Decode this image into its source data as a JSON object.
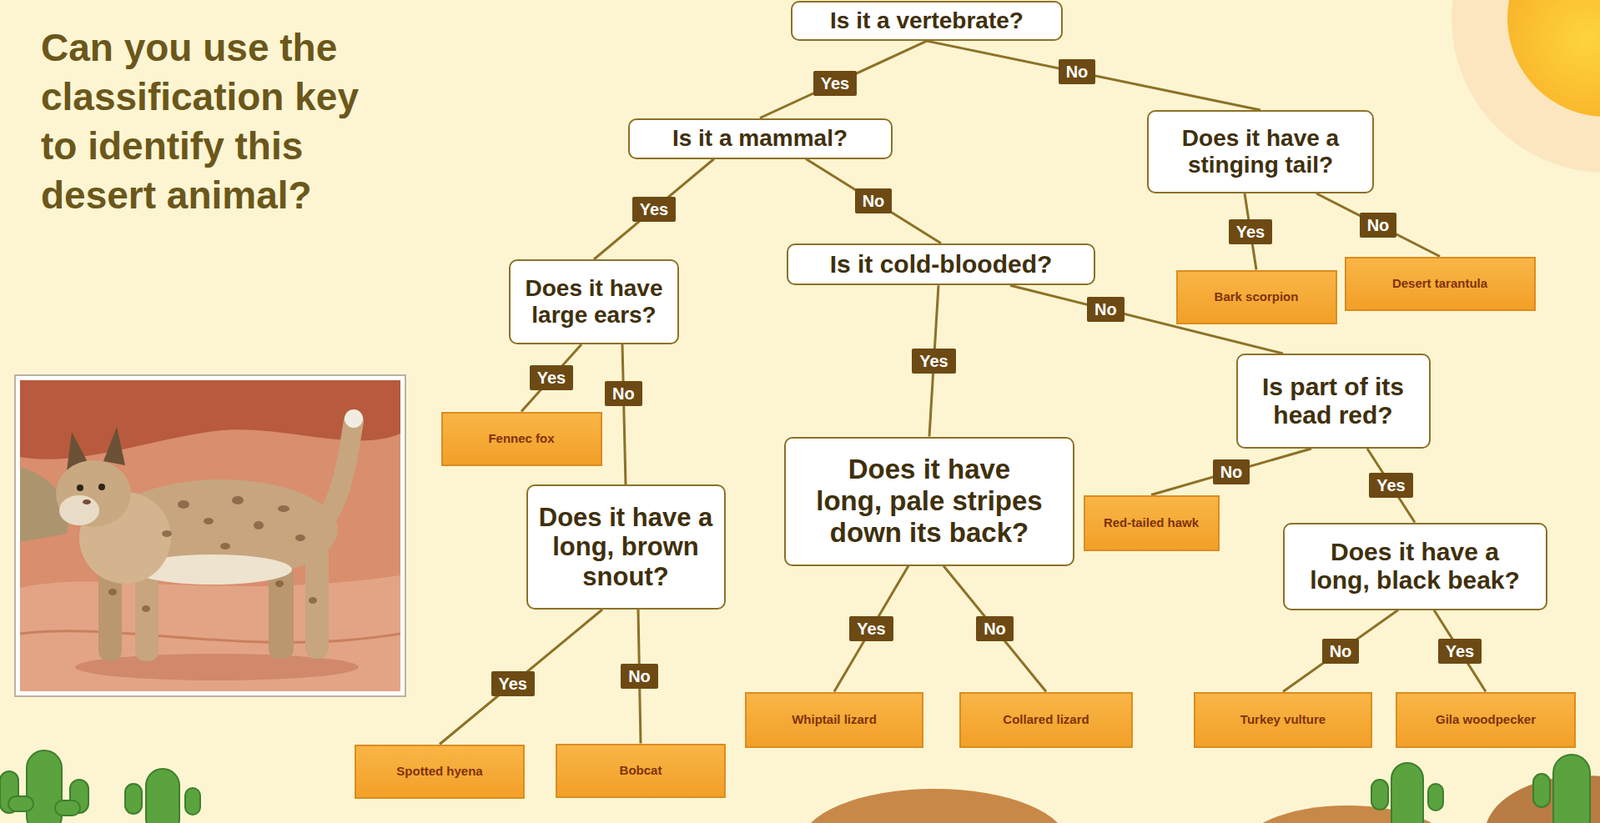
{
  "diagram": {
    "title": "Can you use the classification key to identify this desert animal?",
    "nodes": [
      {
        "text": [
          "Is it a vertebrate?"
        ]
      },
      {
        "text": [
          "Is it a mammal?"
        ]
      },
      {
        "text": [
          "Does it have a stinging tail?"
        ]
      },
      {
        "text": [
          "Does it have large ears?"
        ]
      },
      {
        "text": [
          "Is it cold-blooded?"
        ]
      },
      {
        "text": [
          "Bark scorpion"
        ]
      },
      {
        "text": [
          "Desert tarantula"
        ]
      },
      {
        "text": [
          "Fennec fox"
        ]
      },
      {
        "text": [
          "Does it have long, pale stripes down its back?"
        ]
      },
      {
        "text": [
          "Is part of its head red?"
        ]
      },
      {
        "text": [
          "Does it have a long, brown snout?"
        ]
      },
      {
        "text": [
          "Red-tailed hawk"
        ]
      },
      {
        "text": [
          "Does it have a long, black beak?"
        ]
      },
      {
        "text": [
          "Spotted hyena"
        ]
      },
      {
        "text": [
          "Bobcat"
        ]
      },
      {
        "text": [
          "Whiptail lizard"
        ]
      },
      {
        "text": [
          "Collared lizard"
        ]
      },
      {
        "text": [
          "Turkey vulture"
        ]
      },
      {
        "text": [
          "Gila woodpecker"
        ]
      }
    ],
    "edges": [
      {
        "from": 0,
        "to": 1,
        "label": "Yes",
        "arrow": "none"
      },
      {
        "from": 0,
        "to": 2,
        "label": "No",
        "arrow": "none"
      },
      {
        "from": 1,
        "to": 3,
        "label": "Yes",
        "arrow": "none"
      },
      {
        "from": 1,
        "to": 4,
        "label": "No",
        "arrow": "none"
      },
      {
        "from": 2,
        "to": 5,
        "label": "Yes",
        "arrow": "none"
      },
      {
        "from": 2,
        "to": 6,
        "label": "No",
        "arrow": "none"
      },
      {
        "from": 3,
        "to": 7,
        "label": "Yes",
        "arrow": "none"
      },
      {
        "from": 3,
        "to": 10,
        "label": "No",
        "arrow": "none"
      },
      {
        "from": 4,
        "to": 8,
        "label": "Yes",
        "arrow": "none"
      },
      {
        "from": 4,
        "to": 9,
        "label": "No",
        "arrow": "none"
      },
      {
        "from": 9,
        "to": 11,
        "label": "No",
        "arrow": "none"
      },
      {
        "from": 9,
        "to": 12,
        "label": "Yes",
        "arrow": "none"
      },
      {
        "from": 10,
        "to": 13,
        "label": "Yes",
        "arrow": "none"
      },
      {
        "from": 10,
        "to": 14,
        "label": "No",
        "arrow": "none"
      },
      {
        "from": 8,
        "to": 15,
        "label": "Yes",
        "arrow": "none"
      },
      {
        "from": 8,
        "to": 16,
        "label": "No",
        "arrow": "none"
      },
      {
        "from": 12,
        "to": 17,
        "label": "No",
        "arrow": "none"
      },
      {
        "from": 12,
        "to": 18,
        "label": "Yes",
        "arrow": "none"
      }
    ]
  }
}
